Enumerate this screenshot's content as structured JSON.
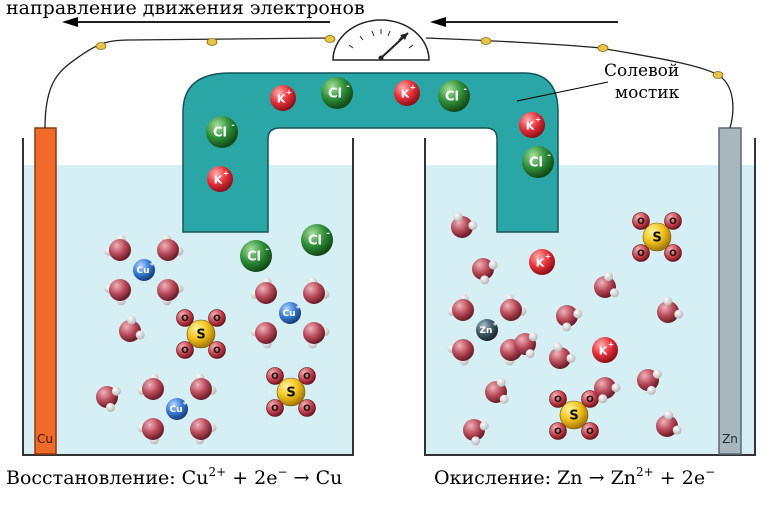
{
  "labels": {
    "electron_direction": "направление движения электронов",
    "salt_bridge_line1": "Солевой",
    "salt_bridge_line2": "мостик",
    "cathode_electrode": "Cu",
    "anode_electrode": "Zn"
  },
  "equations": {
    "reduction": {
      "name": "Восстановление:",
      "lhs": "Cu",
      "lhs_charge": "2+",
      "electrons": "+ 2e",
      "electron_sign": "−",
      "arrow": "→",
      "rhs": "Cu"
    },
    "oxidation": {
      "name": "Окисление:",
      "lhs": "Zn",
      "arrow": "→",
      "rhs": "Zn",
      "rhs_charge": "2+",
      "electrons": "+ 2e",
      "electron_sign": "−"
    }
  },
  "ions": {
    "potassium": {
      "symbol": "K",
      "charge": "+"
    },
    "chloride": {
      "symbol": "Cl",
      "charge": "-"
    },
    "sulfate_center": "S",
    "sulfate_oxygen": "O",
    "copper": {
      "symbol": "Cu",
      "charge": "+"
    },
    "zinc": {
      "symbol": "Zn",
      "charge": "+"
    }
  },
  "colors": {
    "solution": "#d6eff5",
    "salt_bridge": "#2aa6a6",
    "copper_electrode": "#f06a2a",
    "zinc_electrode": "#a8b7bd",
    "potassium": "#e8323c",
    "chloride": "#2f8f3a",
    "water_oxygen": "#b94a5a",
    "sulfur": "#f1c21b",
    "copper_ion": "#3a7bd5",
    "zinc_ion": "#3d5b66"
  }
}
